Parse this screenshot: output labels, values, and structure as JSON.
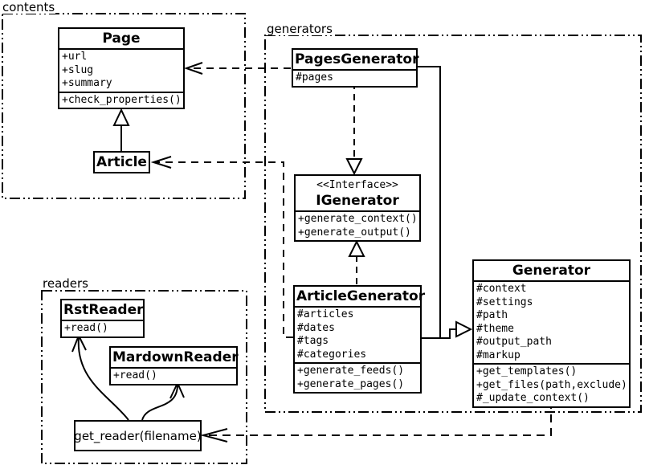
{
  "packages": {
    "contents": {
      "label": "contents"
    },
    "generators": {
      "label": "generators"
    },
    "readers": {
      "label": "readers"
    }
  },
  "classes": {
    "page": {
      "name": "Page",
      "attributes": [
        "+url",
        "+slug",
        "+summary"
      ],
      "methods": [
        "+check_properties()"
      ]
    },
    "article": {
      "name": "Article"
    },
    "pages_generator": {
      "name": "PagesGenerator",
      "attributes": [
        "#pages"
      ]
    },
    "igenerator": {
      "stereotype": "<<Interface>>",
      "name": "IGenerator",
      "methods": [
        "+generate_context()",
        "+generate_output()"
      ]
    },
    "article_generator": {
      "name": "ArticleGenerator",
      "attributes": [
        "#articles",
        "#dates",
        "#tags",
        "#categories"
      ],
      "methods": [
        "+generate_feeds()",
        "+generate_pages()"
      ]
    },
    "generator": {
      "name": "Generator",
      "attributes": [
        "#context",
        "#settings",
        "#path",
        "#theme",
        "#output_path",
        "#markup"
      ],
      "methods": [
        "+get_templates()",
        "+get_files(path,exclude)",
        "#_update_context()"
      ]
    },
    "rst_reader": {
      "name": "RstReader",
      "methods": [
        "+read()"
      ]
    },
    "mardown_reader": {
      "name": "MardownReader",
      "methods": [
        "+read()"
      ]
    },
    "get_reader": {
      "label": "get_reader(filename)"
    }
  },
  "relationships": [
    {
      "type": "generalization",
      "from": "Article",
      "to": "Page"
    },
    {
      "type": "realization",
      "from": "PagesGenerator",
      "to": "IGenerator"
    },
    {
      "type": "realization",
      "from": "ArticleGenerator",
      "to": "IGenerator"
    },
    {
      "type": "generalization",
      "from": "PagesGenerator",
      "to": "Generator"
    },
    {
      "type": "generalization",
      "from": "ArticleGenerator",
      "to": "Generator"
    },
    {
      "type": "dependency",
      "from": "PagesGenerator",
      "to": "Page"
    },
    {
      "type": "dependency",
      "from": "ArticleGenerator",
      "to": "Article"
    },
    {
      "type": "dependency",
      "from": "Generator",
      "to": "get_reader(filename)"
    },
    {
      "type": "call",
      "from": "get_reader(filename)",
      "to": "RstReader"
    },
    {
      "type": "call",
      "from": "get_reader(filename)",
      "to": "MardownReader"
    }
  ],
  "colors": {
    "line": "#000000",
    "background": "#ffffff",
    "box_fill": "#ffffff"
  }
}
